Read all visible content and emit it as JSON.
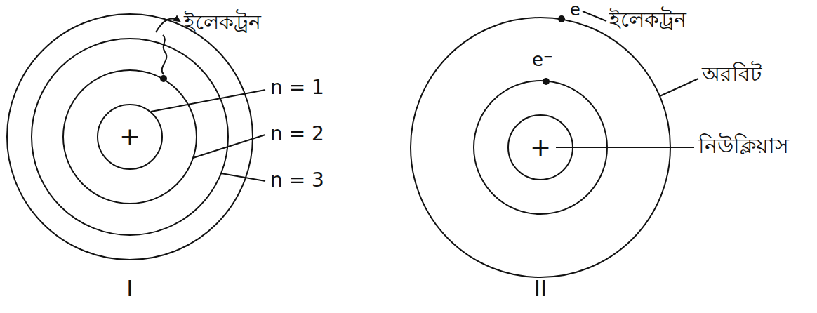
{
  "diagram": {
    "nodes": [
      {
        "text": [
          "+"
        ]
      },
      {
        "text": [
          "+"
        ]
      }
    ],
    "labels": [
      "ইলেকট্রন",
      "n = 1",
      "n = 2",
      "n = 3",
      "I",
      "e",
      "ইলেকট্রন",
      "e⁻",
      "অরবিট",
      "নিউক্লিয়াস",
      "II"
    ]
  }
}
